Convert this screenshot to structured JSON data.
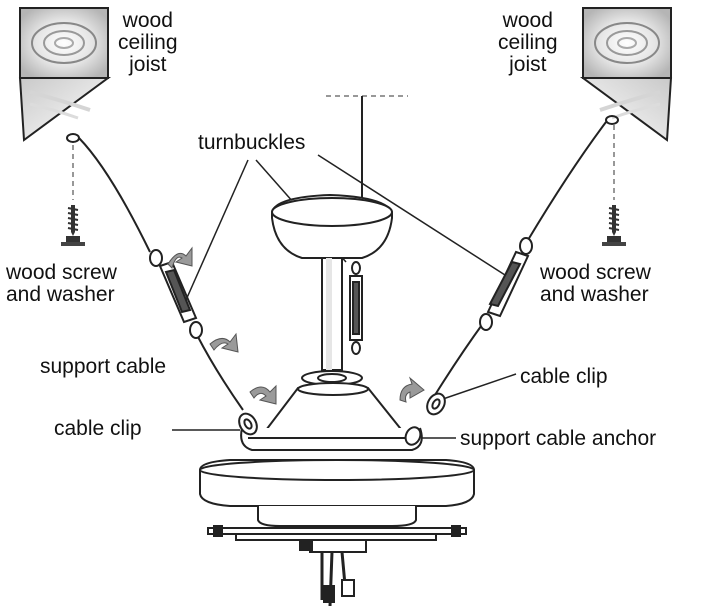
{
  "labels": {
    "joist_left": [
      "wood",
      "ceiling",
      "joist"
    ],
    "joist_right": [
      "wood",
      "ceiling",
      "joist"
    ],
    "turnbuckles": "turnbuckles",
    "screw_left": [
      "wood screw",
      "and washer"
    ],
    "screw_right": [
      "wood screw",
      "and washer"
    ],
    "support_cable": "support cable",
    "cable_clip_left": "cable clip",
    "cable_clip_right": "cable clip",
    "support_cable_anchor": "support cable anchor"
  },
  "icons": [
    "wood-joist-icon",
    "wood-screw-icon",
    "turnbuckle-icon",
    "cable-clip-icon",
    "rotation-arrow-icon",
    "ceiling-fan-icon"
  ],
  "colors": {
    "line": "#222222",
    "arrow": "#8a8a8a",
    "joist": "#bdbdbd",
    "fill": "#ffffff"
  }
}
